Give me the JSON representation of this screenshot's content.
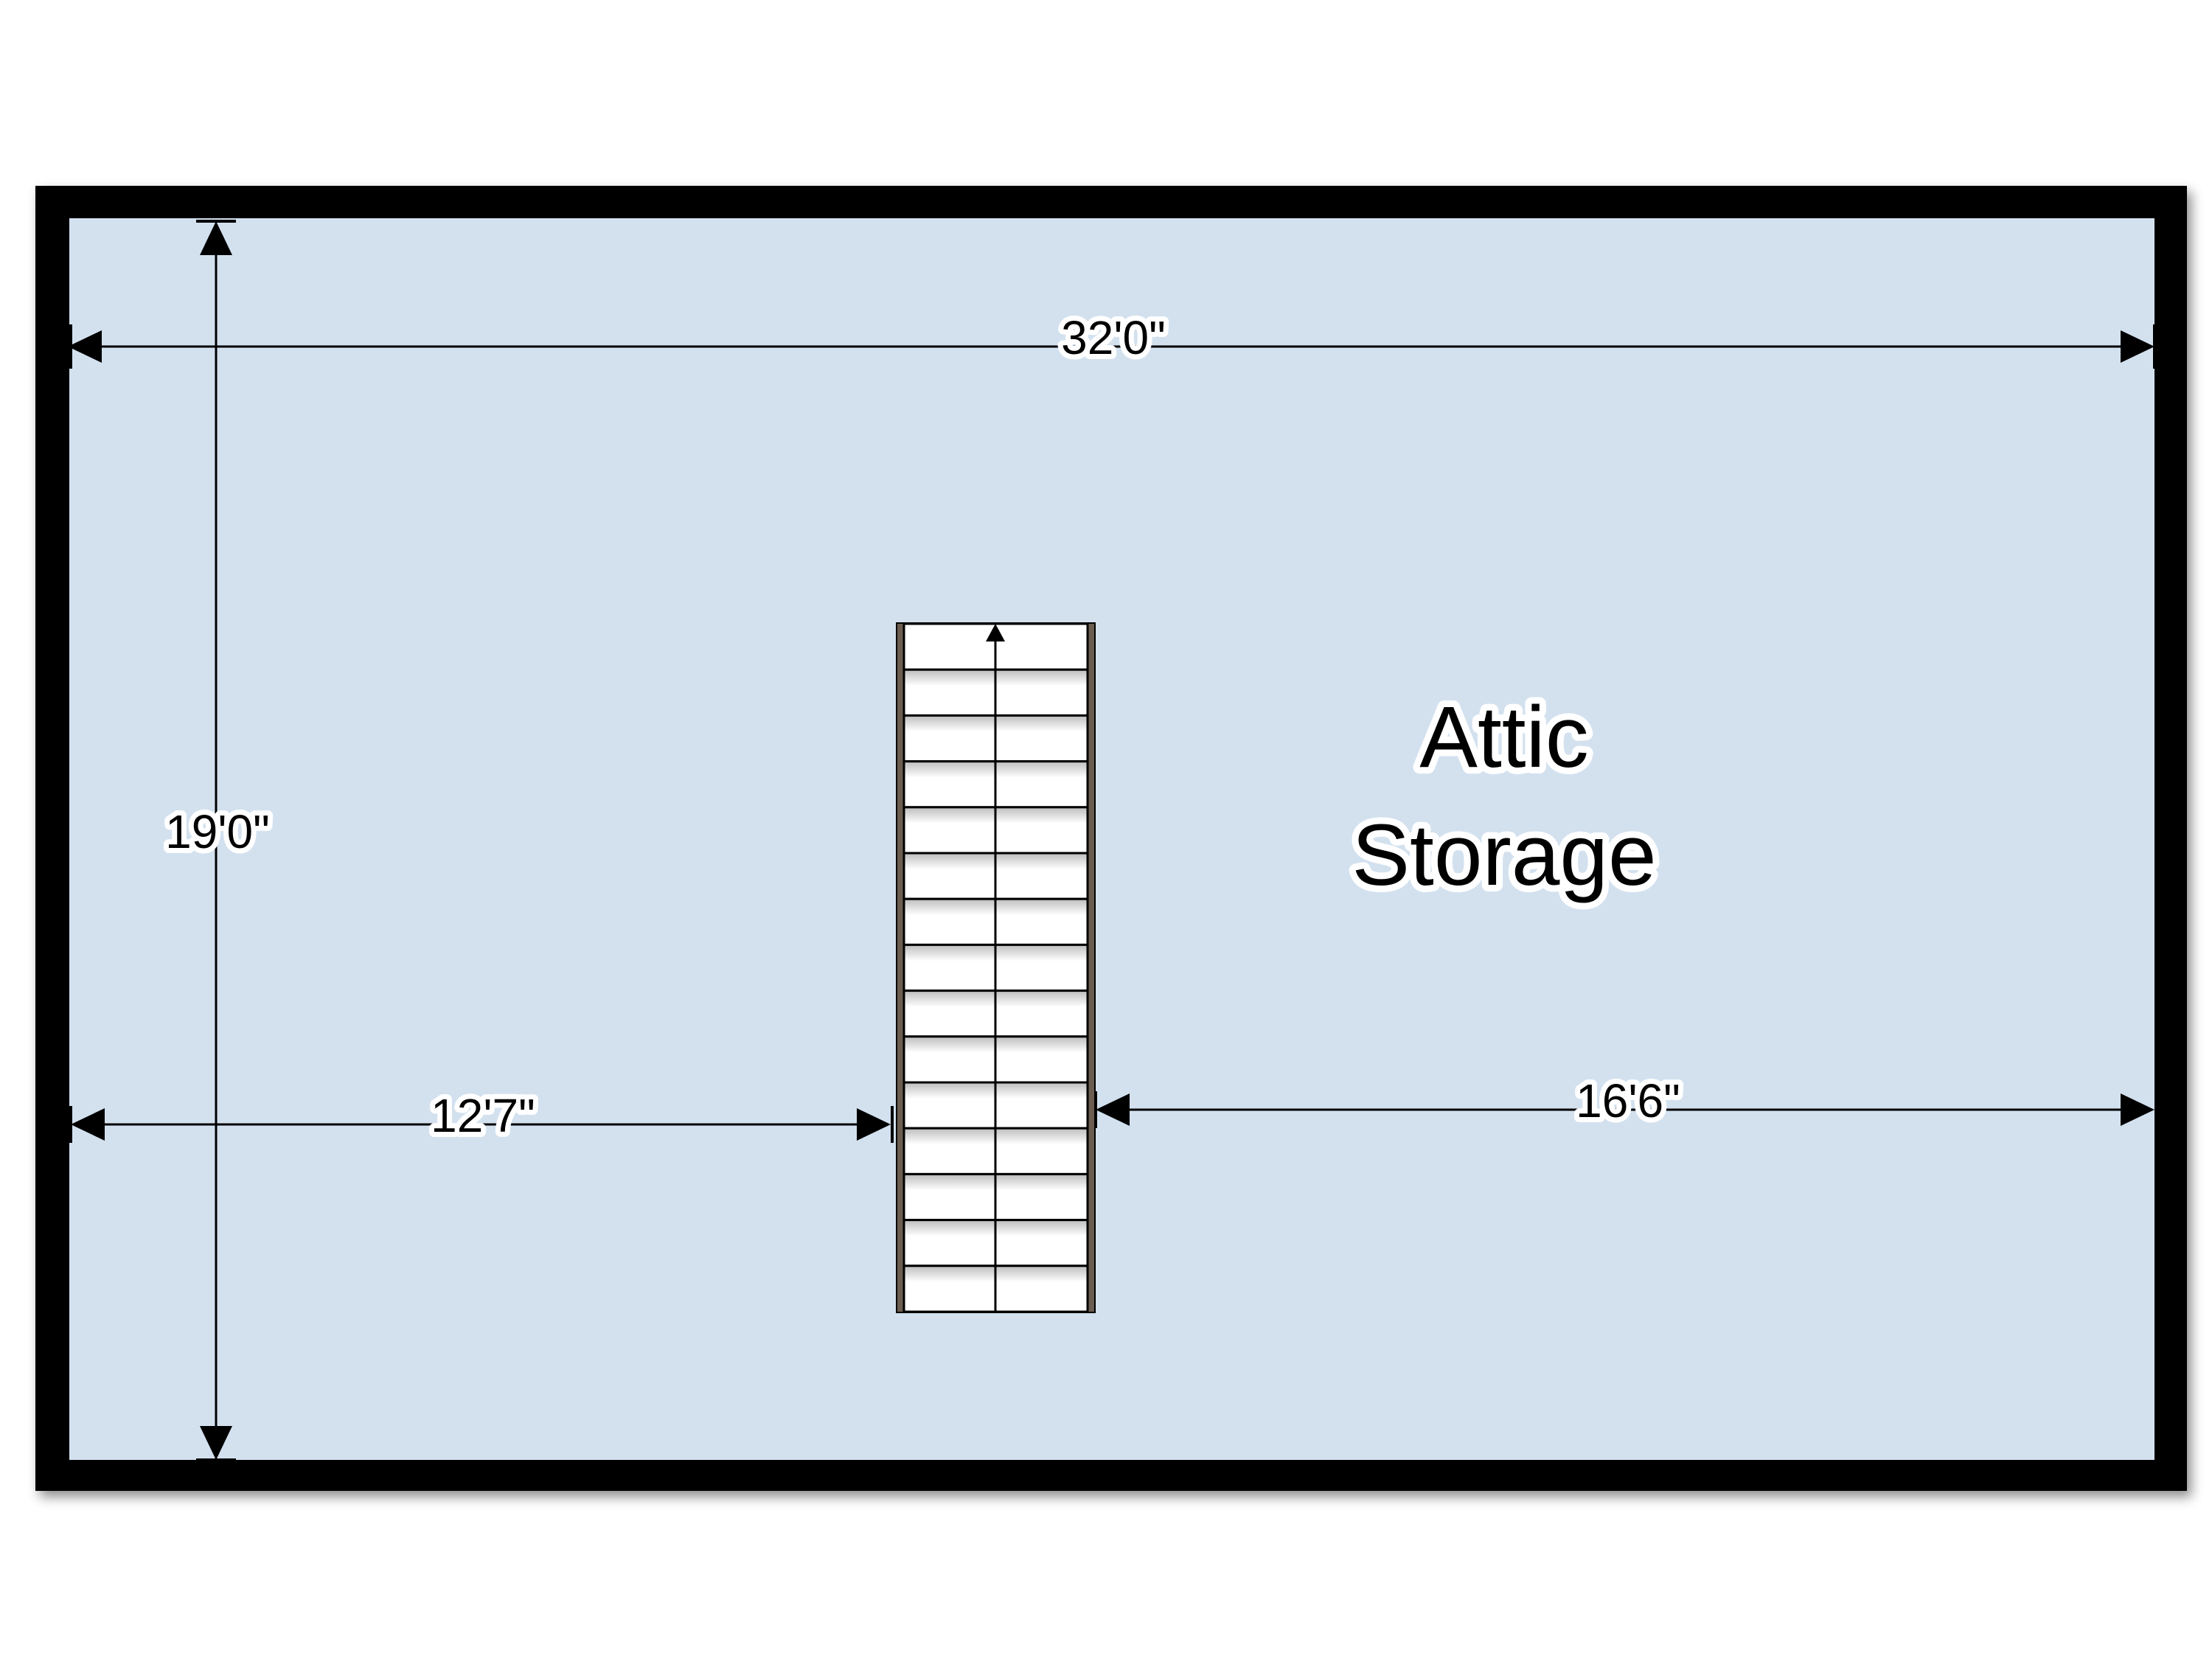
{
  "floor_plan": {
    "room": {
      "name_line1": "Attic",
      "name_line2": "Storage"
    },
    "dimensions": {
      "overall_width": "32'0\"",
      "overall_depth": "19'0\"",
      "left_to_stair": "12'7\"",
      "stair_to_right": "16'6\""
    },
    "stair": {
      "tread_count": 15,
      "direction": "up"
    },
    "colors": {
      "floor": "#d3e1ef",
      "wall": "#000000",
      "stair_fill": "#ffffff",
      "stair_stringer": "#6b5d50"
    }
  }
}
